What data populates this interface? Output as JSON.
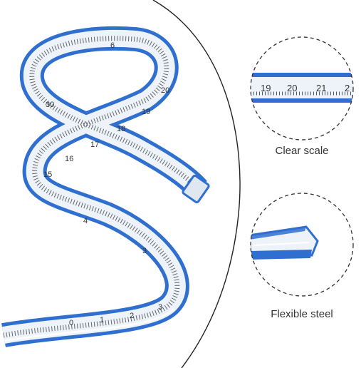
{
  "product": {
    "main_ruler_numbers": [
      "6",
      "30",
      "20",
      "19",
      "18",
      "17",
      "16",
      "15",
      "4",
      "3",
      "0",
      "1",
      "2",
      "3"
    ],
    "detail_scale_numbers": [
      "19",
      "20",
      "21",
      "2"
    ]
  },
  "callouts": {
    "clear_scale": "Clear scale",
    "flexible_steel": "Flexible steel"
  },
  "colors": {
    "ruler_blue": "#2f6fd0",
    "ruler_body": "#eef3f9",
    "divider": "#222222",
    "dashed_circle": "#333333"
  }
}
